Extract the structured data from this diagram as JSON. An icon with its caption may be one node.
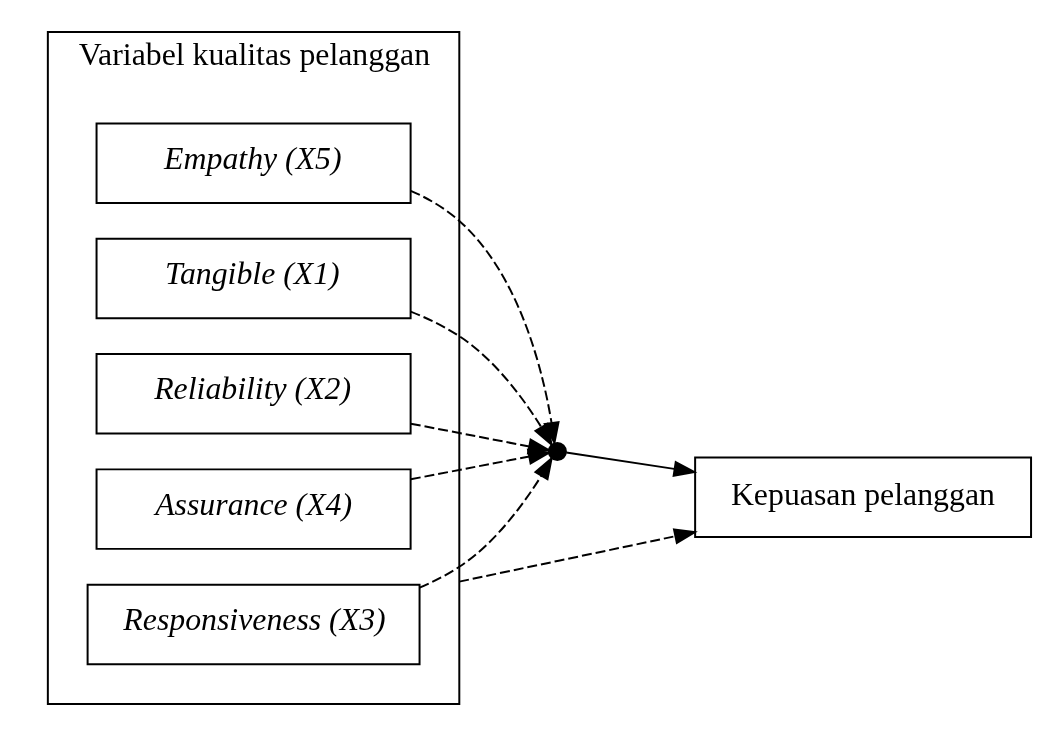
{
  "diagram": {
    "nodes": [
      {
        "text": [
          "Variabel kualitas pelanggan"
        ]
      },
      {
        "text": [
          "Tangible (X1)"
        ],
        "in": 0
      },
      {
        "text": [
          "Reliability (X2)"
        ],
        "in": 0
      },
      {
        "text": [
          "Responsiveness (X3)"
        ],
        "in": 0
      },
      {
        "text": [
          "Assurance (X4)"
        ],
        "in": 0
      },
      {
        "text": [
          "Empathy (X5)"
        ],
        "in": 0
      },
      {
        "text": [],
        "shape": "point"
      },
      {
        "text": [
          "Kepuasan pelanggan"
        ]
      }
    ],
    "edges": [
      {
        "from": 1,
        "to": 6,
        "arrow": "to",
        "style": "dashed"
      },
      {
        "from": 2,
        "to": 6,
        "arrow": "to",
        "style": "dashed"
      },
      {
        "from": 3,
        "to": 6,
        "arrow": "to",
        "style": "dashed"
      },
      {
        "from": 4,
        "to": 6,
        "arrow": "to",
        "style": "dashed"
      },
      {
        "from": 5,
        "to": 6,
        "arrow": "to",
        "style": "dashed"
      },
      {
        "from": 6,
        "to": 7,
        "arrow": "to"
      },
      {
        "from": 0,
        "to": 7,
        "arrow": "to",
        "style": "dashed"
      }
    ]
  }
}
